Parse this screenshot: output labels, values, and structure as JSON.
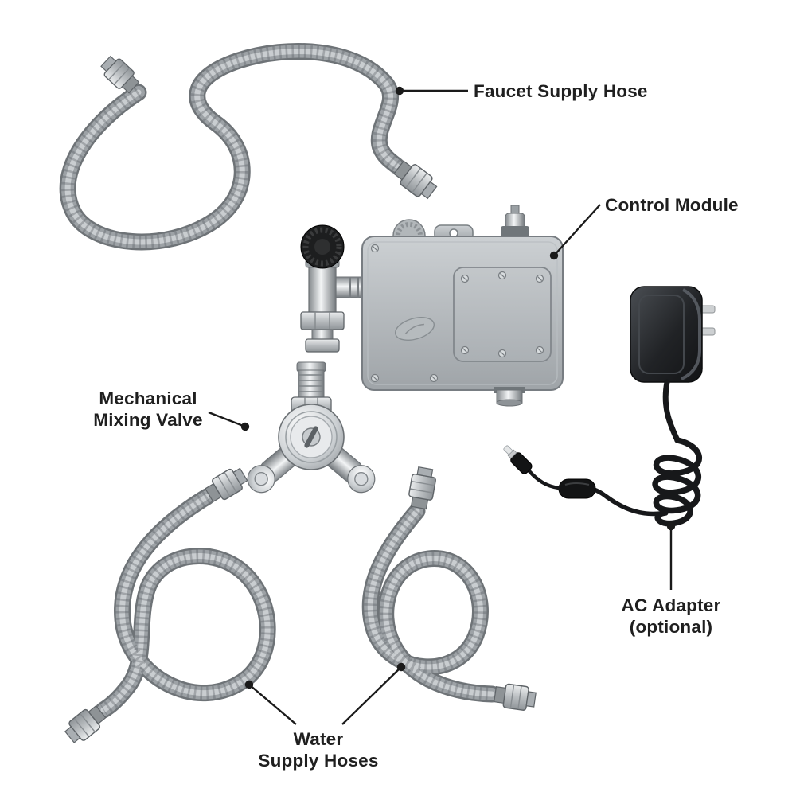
{
  "palette": {
    "background": "#ffffff",
    "label_text": "#1f1f1f",
    "leader_line": "#1a1a1a",
    "hose_gray": "#9da2a6",
    "module_gray": "#b4b9bd",
    "chrome": "#e8eaec",
    "adapter_black": "#1b1d1f"
  },
  "labels": {
    "faucet_supply_hose": {
      "text": "Faucet Supply Hose"
    },
    "control_module": {
      "text": "Control Module"
    },
    "mixing_valve": {
      "lines": [
        "Mechanical",
        "Mixing Valve"
      ]
    },
    "ac_adapter": {
      "lines": [
        "AC Adapter",
        "(optional)"
      ]
    },
    "water_supply_hoses": {
      "lines": [
        "Water",
        "Supply Hoses"
      ]
    }
  },
  "components": [
    {
      "id": "faucet-supply-hose",
      "label": "Faucet Supply Hose"
    },
    {
      "id": "control-module",
      "label": "Control Module"
    },
    {
      "id": "mechanical-mixing-valve",
      "label": "Mechanical Mixing Valve"
    },
    {
      "id": "water-supply-hoses",
      "label": "Water Supply Hoses"
    },
    {
      "id": "ac-adapter-optional",
      "label": "AC Adapter (optional)"
    }
  ]
}
